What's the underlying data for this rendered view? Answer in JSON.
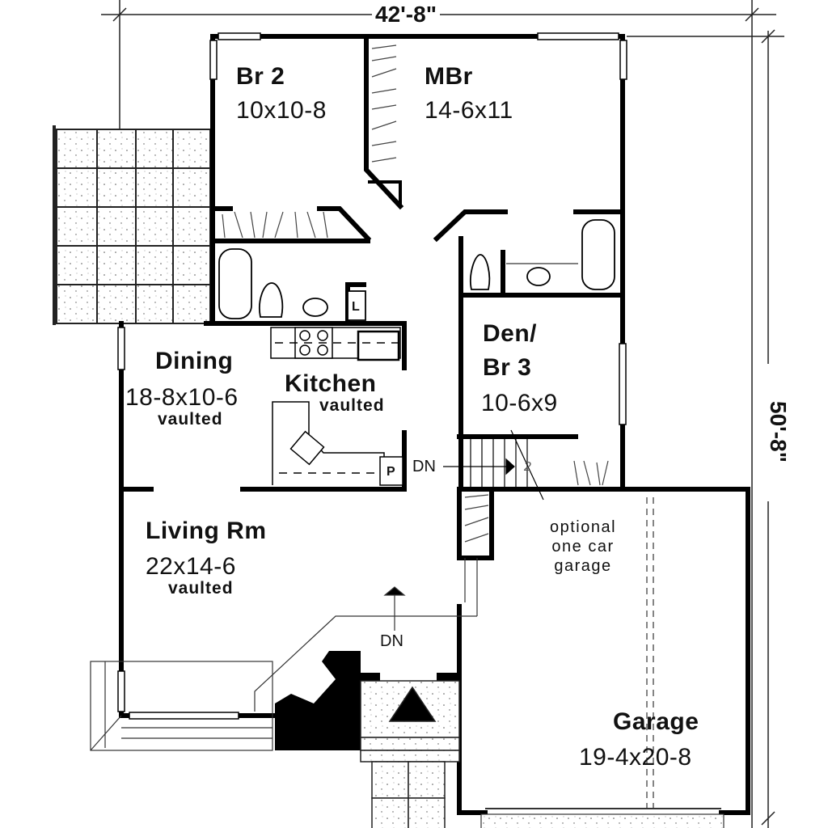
{
  "plan": {
    "overall_width": "42'-8\"",
    "overall_depth": "50'-8\"",
    "colors": {
      "wall": "#000000",
      "paper": "#ffffff",
      "line": "#333333"
    },
    "rooms": [
      {
        "id": "br2",
        "name": "Br 2",
        "dims": "10x10-8"
      },
      {
        "id": "mbr",
        "name": "MBr",
        "dims": "14-6x11"
      },
      {
        "id": "dining",
        "name": "Dining",
        "dims": "18-8x10-6",
        "note": "vaulted"
      },
      {
        "id": "kitchen",
        "name": "Kitchen",
        "note": "vaulted"
      },
      {
        "id": "den",
        "name": "Den/\nBr 3",
        "name_line1": "Den/",
        "name_line2": "Br 3",
        "dims": "10-6x9"
      },
      {
        "id": "living",
        "name": "Living Rm",
        "dims": "22x14-6",
        "note": "vaulted"
      },
      {
        "id": "garage",
        "name": "Garage",
        "dims": "19-4x20-8"
      }
    ],
    "optional_garage_note": [
      "optional",
      "one car",
      "garage"
    ],
    "stair_markers": {
      "den_stair": "DN",
      "entry_stair": "DN",
      "stair_number": "2"
    },
    "fixture_labels": {
      "laundry": "L",
      "pantry": "P"
    },
    "icons": [
      "fireplace-icon",
      "stair-arrow-icon",
      "bathtub-icon",
      "toilet-icon",
      "sink-icon",
      "range-icon",
      "door-swing-icon",
      "window-icon"
    ]
  }
}
